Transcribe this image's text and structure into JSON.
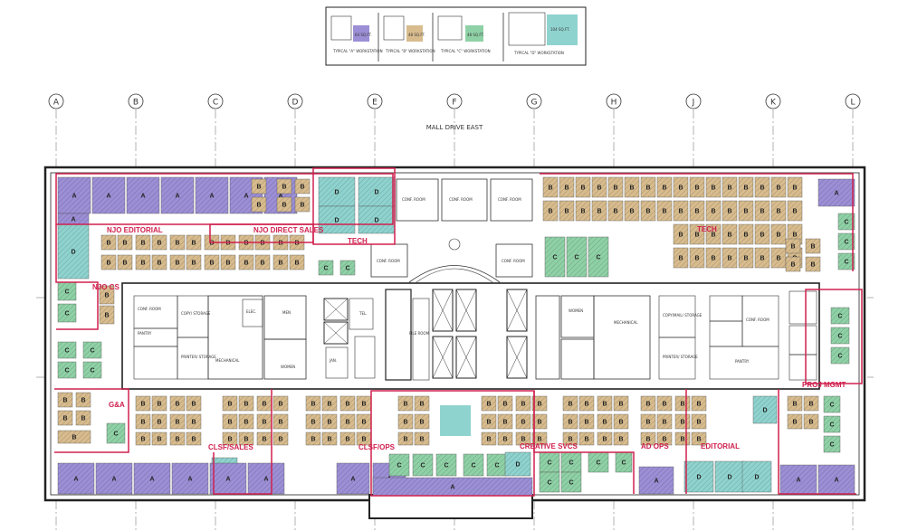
{
  "legend": [
    {
      "title": "TYPICAL \"A\" WORKSTATION",
      "area": "64 SQ.FT.",
      "color": "#9c8fd6"
    },
    {
      "title": "TYPICAL \"B\" WORKSTATION",
      "area": "48 SQ.FT.",
      "color": "#d8bc8e"
    },
    {
      "title": "TYPICAL \"C\" WORKSTATION",
      "area": "48 SQ.FT.",
      "color": "#8fd1a6"
    },
    {
      "title": "TYPICAL \"D\" WORKSTATION",
      "area": "104 SQ.FT.",
      "color": "#8fd3cf"
    }
  ],
  "street": "MALL DRIVE EAST",
  "grid_columns": [
    "A",
    "B",
    "C",
    "D",
    "E",
    "F",
    "G",
    "H",
    "J",
    "K",
    "L"
  ],
  "zones": {
    "njo_editorial": "NJO EDITORIAL",
    "njo_direct_sales": "NJO DIRECT SALES",
    "tech_north": "TECH",
    "tech_east": "TECH",
    "njo_cs": "NJO CS",
    "ga": "G&A",
    "clsf_sales": "CLSF/SALES",
    "clsf_ops": "CLSF/OPS",
    "creative_svcs": "CREATIVE SVCS",
    "ad_ops": "AD OPS",
    "editorial": "EDITORIAL",
    "proj_mgmt": "PROJ MGMT"
  },
  "rooms": {
    "conf_nw": "CONF. ROOM",
    "conf_n1": "CONF. ROOM",
    "conf_n2": "CONF. ROOM",
    "conf_n3": "CONF. ROOM",
    "conf_ne": "CONF. ROOM",
    "copy_storage_w": "COPY/ STORAGE",
    "printer_storage_w": "PRINTER/ STORAGE",
    "mechanical_w": "MECHANICAL",
    "elec_w": "ELEC.",
    "men": "MEN",
    "women_w": "WOMEN",
    "tel": "TEL.",
    "file_room": "FILE ROOM",
    "women_e": "WOMEN",
    "mechanical_e": "MECHANICAL",
    "copy_mail": "COPY/MAIL/ STORAGE",
    "printer_storage_e": "PRINTER/ STORAGE",
    "conf_core_e": "CONF. ROOM",
    "pantry_w": "PANTRY",
    "pantry_e": "PANTRY",
    "janitor": "JAN."
  },
  "letters": {
    "a": "A",
    "b": "B",
    "c": "C",
    "d": "D"
  },
  "colors": {
    "a": "#9c8fd6",
    "b": "#d8bc8e",
    "c": "#8fd1a6",
    "d": "#8fd3cf",
    "zone_line": "#d0204e",
    "wall": "#222222",
    "core": "#ffffff"
  }
}
